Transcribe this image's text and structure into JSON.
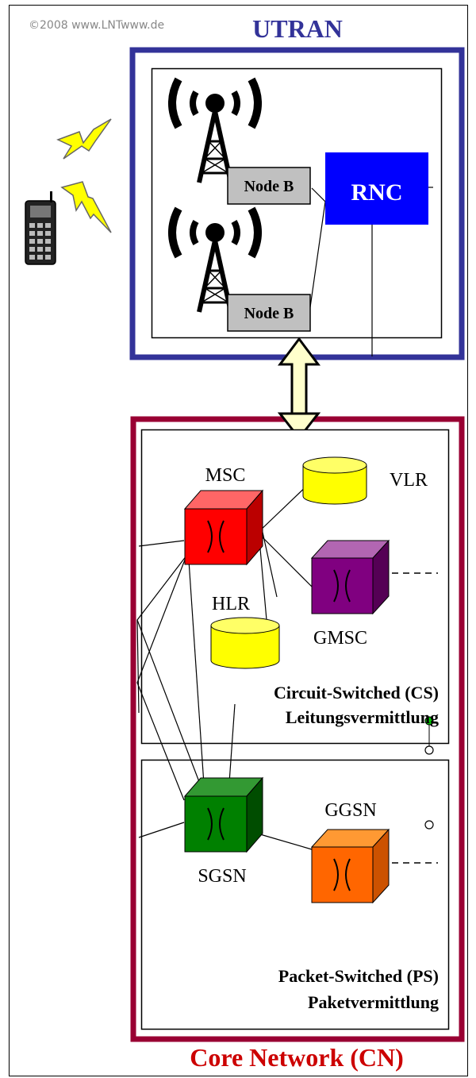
{
  "copyright": "©2008 www.LNTwww.de",
  "utran": {
    "title": "UTRAN",
    "node_b_1": "Node B",
    "node_b_2": "Node B",
    "rnc": "RNC"
  },
  "core_network": {
    "title": "Core Network (CN)",
    "cs": {
      "msc": "MSC",
      "vlr": "VLR",
      "hlr": "HLR",
      "gmsc": "GMSC",
      "caption_line1": "Circuit-Switched (CS)",
      "caption_line2": "Leitungsvermittlung"
    },
    "ps": {
      "sgsn": "SGSN",
      "ggsn": "GGSN",
      "caption_line1": "Packet-Switched (PS)",
      "caption_line2": "Paketvermittlung"
    }
  },
  "colors": {
    "utran_border": "#333399",
    "core_border": "#990033",
    "rnc": "#0000ff",
    "node_b": "#c0c0c0",
    "msc": "#ff0000",
    "gmsc": "#800080",
    "sgsn": "#008000",
    "ggsn": "#ff6600",
    "database": "#ffff00",
    "arrow_fill": "#ffffcc",
    "lightning": "#ffff00"
  },
  "icons": [
    "mobile-phone-icon",
    "lightning-bolt-icon",
    "antenna-tower-icon",
    "switch-cube-icon",
    "database-cylinder-icon",
    "double-arrow-icon"
  ]
}
